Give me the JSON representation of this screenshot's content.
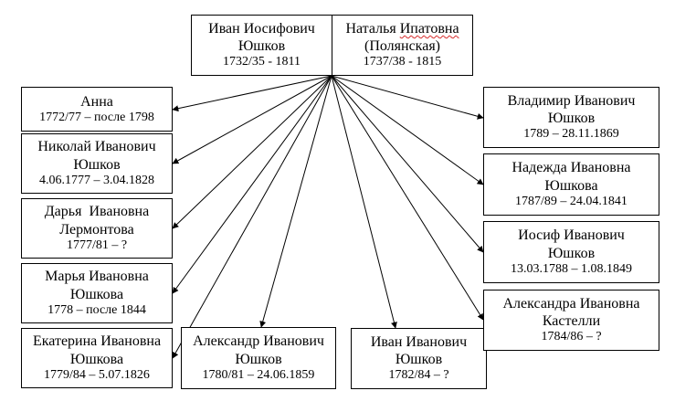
{
  "parents": [
    {
      "id": "ivan-iosifovich",
      "name": [
        "Иван Иосифович",
        "Юшков"
      ],
      "dates": "1732/35 - 1811"
    },
    {
      "id": "natalya-ipatovna",
      "name": [
        "Наталья Ипатовна",
        "(Полянская)"
      ],
      "dates": "1737/38 - 1815"
    }
  ],
  "children": [
    {
      "id": "anna",
      "name": [
        "Анна"
      ],
      "dates": "1772/77 – после 1798"
    },
    {
      "id": "nikolay",
      "name": [
        "Николай Иванович",
        "Юшков"
      ],
      "dates": "4.06.1777 – 3.04.1828"
    },
    {
      "id": "darya",
      "name": [
        "Дарья  Ивановна",
        "Лермонтова"
      ],
      "dates": "1777/81 – ?"
    },
    {
      "id": "marya",
      "name": [
        "Марья Ивановна",
        "Юшкова"
      ],
      "dates": "1778 – после 1844"
    },
    {
      "id": "ekaterina",
      "name": [
        "Екатерина Ивановна",
        "Юшкова"
      ],
      "dates": "1779/84 – 5.07.1826"
    },
    {
      "id": "aleksandr",
      "name": [
        "Александр Иванович",
        "Юшков"
      ],
      "dates": "1780/81 – 24.06.1859"
    },
    {
      "id": "ivan",
      "name": [
        "Иван Иванович",
        "Юшков"
      ],
      "dates": "1782/84 – ?"
    },
    {
      "id": "vladimir",
      "name": [
        "Владимир Иванович",
        "Юшков"
      ],
      "dates": "1789 – 28.11.1869"
    },
    {
      "id": "nadezhda",
      "name": [
        "Надежда Ивановна",
        "Юшкова"
      ],
      "dates": "1787/89 – 24.04.1841"
    },
    {
      "id": "iosif",
      "name": [
        "Иосиф Иванович",
        "Юшков"
      ],
      "dates": "13.03.1788 – 1.08.1849"
    },
    {
      "id": "aleksandra",
      "name": [
        "Александра Ивановна",
        "Кастелли"
      ],
      "dates": "1784/86 – ?"
    }
  ]
}
